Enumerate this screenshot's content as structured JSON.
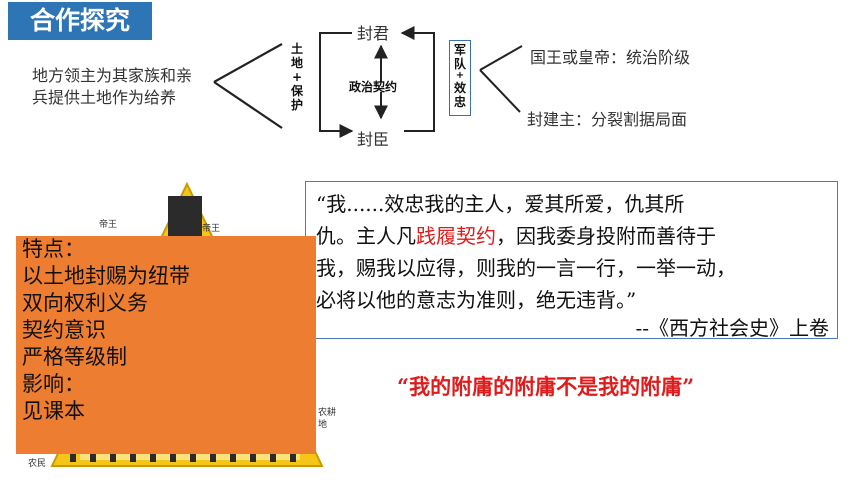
{
  "header": {
    "title": "合作探究"
  },
  "diagram": {
    "left_text": [
      "地方领主为其家族和亲",
      "兵提供土地作为给养"
    ],
    "grant_label": [
      "土",
      "地",
      "+",
      "保",
      "护"
    ],
    "top_node": "封君",
    "bottom_node": "封臣",
    "center_label": "政治契约",
    "service_label": [
      "军",
      "队",
      "+",
      "效",
      "忠"
    ],
    "right_top": "国王或皇帝：统治阶级",
    "right_bottom": "封建主：分裂割据局面"
  },
  "pyramid": {
    "labels": [
      "帝王",
      "帝王",
      "农耕",
      "地",
      "农民"
    ],
    "colors": {
      "fill": "#f5c518",
      "figures": "#2b2b2b"
    }
  },
  "features": {
    "lines": [
      "特点：",
      "以土地封赐为纽带",
      "双向权利义务",
      "契约意识",
      "严格等级制",
      "影响：",
      "见课本"
    ]
  },
  "quote": {
    "line1": "“我......效忠我的主人，爱其所爱，仇其所",
    "line2_a": "仇。主人凡",
    "line2_red": "践履契约",
    "line2_b": "，因我委身投附而善待于",
    "line3": "我，赐我以应得，则我的一言一行，一举一动，",
    "line4": "必将以他的意志为准则，绝无违背。”",
    "source": "--《西方社会史》上卷"
  },
  "slogan": "“我的附庸的附庸不是我的附庸”",
  "colors": {
    "title_bg": "#2e75b6",
    "panel": "#ed7d31",
    "accent_red": "#e01b1b"
  }
}
